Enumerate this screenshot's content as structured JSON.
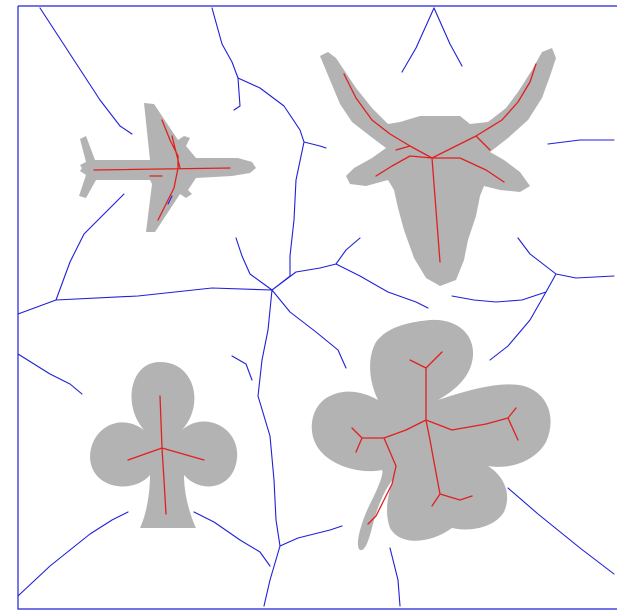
{
  "figure": {
    "shapes": [
      {
        "name": "airplane",
        "icon": "airplane-silhouette"
      },
      {
        "name": "bull-head",
        "icon": "bull-head-silhouette"
      },
      {
        "name": "club",
        "icon": "club-suit-silhouette"
      },
      {
        "name": "four-leaf-clover",
        "icon": "clover-silhouette"
      }
    ],
    "colors": {
      "shape_fill": "#b3b3b3",
      "skeleton": "#e02020",
      "voronoi_edges": "#2020d8",
      "frame": "#2020d8",
      "background": "#ffffff"
    }
  }
}
